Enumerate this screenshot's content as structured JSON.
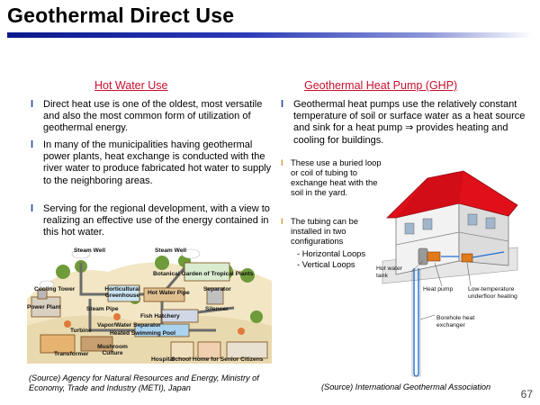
{
  "title": "Geothermal Direct Use",
  "left": {
    "heading": "Hot Water Use",
    "bullets": [
      "Direct heat use is one of the oldest, most versatile and also the most common form of utilization of geothermal energy.",
      "In many of the municipalities having geothermal power plants, heat exchange is conducted with the river water to produce fabricated hot water to supply to the neighboring areas.",
      "Serving for the regional development, with a view to realizing an effective use of the energy contained in this hot water."
    ],
    "illustration_labels": {
      "steam_well_1": "Steam Well",
      "steam_well_2": "Steam Well",
      "botanical": "Botanical Garden of Tropical Plants",
      "horticultural": "Horticultural Greenhouse",
      "hot_water_pipe": "Hot Water Pipe",
      "separator": "Separator",
      "cooling_tower": "Cooling Tower",
      "power_plant": "Power Plant",
      "steam_pipe": "Steam Pipe",
      "silencer": "Silencer",
      "fish_hatchery": "Fish Hatchery",
      "turbine": "Turbine",
      "vapor_water_separator": "Vapor/Water Separator",
      "heated_pool": "Heated Swimming Pool",
      "mushroom": "Mushroom Culture",
      "transformer": "Transformer",
      "hospital": "Hospital",
      "school": "School",
      "senior": "Home for Senior Citizens"
    },
    "source": "(Source) Agency for Natural Resources and Energy, Ministry of Economy, Trade and Industry (METI), Japan"
  },
  "right": {
    "heading": "Geothermal Heat Pump (GHP)",
    "bullet_main": "Geothermal heat pumps use the relatively constant temperature of soil or surface water as a heat source and sink for a heat pump ⇒ provides heating and cooling for buildings.",
    "bullets_small": [
      "These use a buried loop or coil of tubing to exchange heat with the soil in the yard.",
      "The tubing can be installed in two configurations"
    ],
    "configs": [
      "- Horizontal Loops",
      "- Vertical Loops"
    ],
    "diagram_labels": {
      "tank": "Hot water tank",
      "heat_pump": "Heat pump",
      "underfloor": "Low-temperature underfloor heating",
      "borehole": "Borehole heat exchanger"
    },
    "source": "(Source) International Geothermal Association"
  },
  "page_number": "67",
  "colors": {
    "title_bar": "#0a1a8c",
    "heading": "#c8102e",
    "bullet": "#1e3f9a",
    "roof": "#e0101a"
  }
}
